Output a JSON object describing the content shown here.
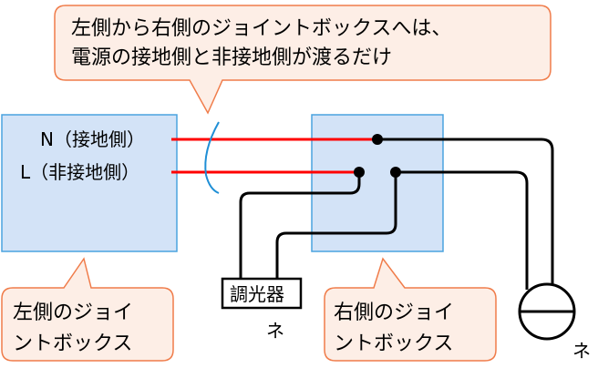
{
  "callout_top": {
    "line1": "左側から右側のジョイントボックスへは、",
    "line2": "電源の接地側と非接地側が渡るだけ"
  },
  "left_box": {
    "n_label": "N（接地側）",
    "l_label": "L（非接地側）"
  },
  "callout_left": {
    "line1": "左側のジョイ",
    "line2": "ントボックス"
  },
  "callout_right": {
    "line1": "右側のジョイ",
    "line2": "ントボックス"
  },
  "dimmer": {
    "label": "調光器",
    "mark": "ネ"
  },
  "lamp": {
    "mark": "ネ"
  },
  "colors": {
    "callout_fill": "#fdeee6",
    "callout_stroke": "#f07c4a",
    "box_fill": "#d3e3f7",
    "box_stroke": "#4aa3df",
    "wire_red": "#ff0000",
    "wire_black": "#000000",
    "bundle_blue": "#1f8fd6"
  }
}
